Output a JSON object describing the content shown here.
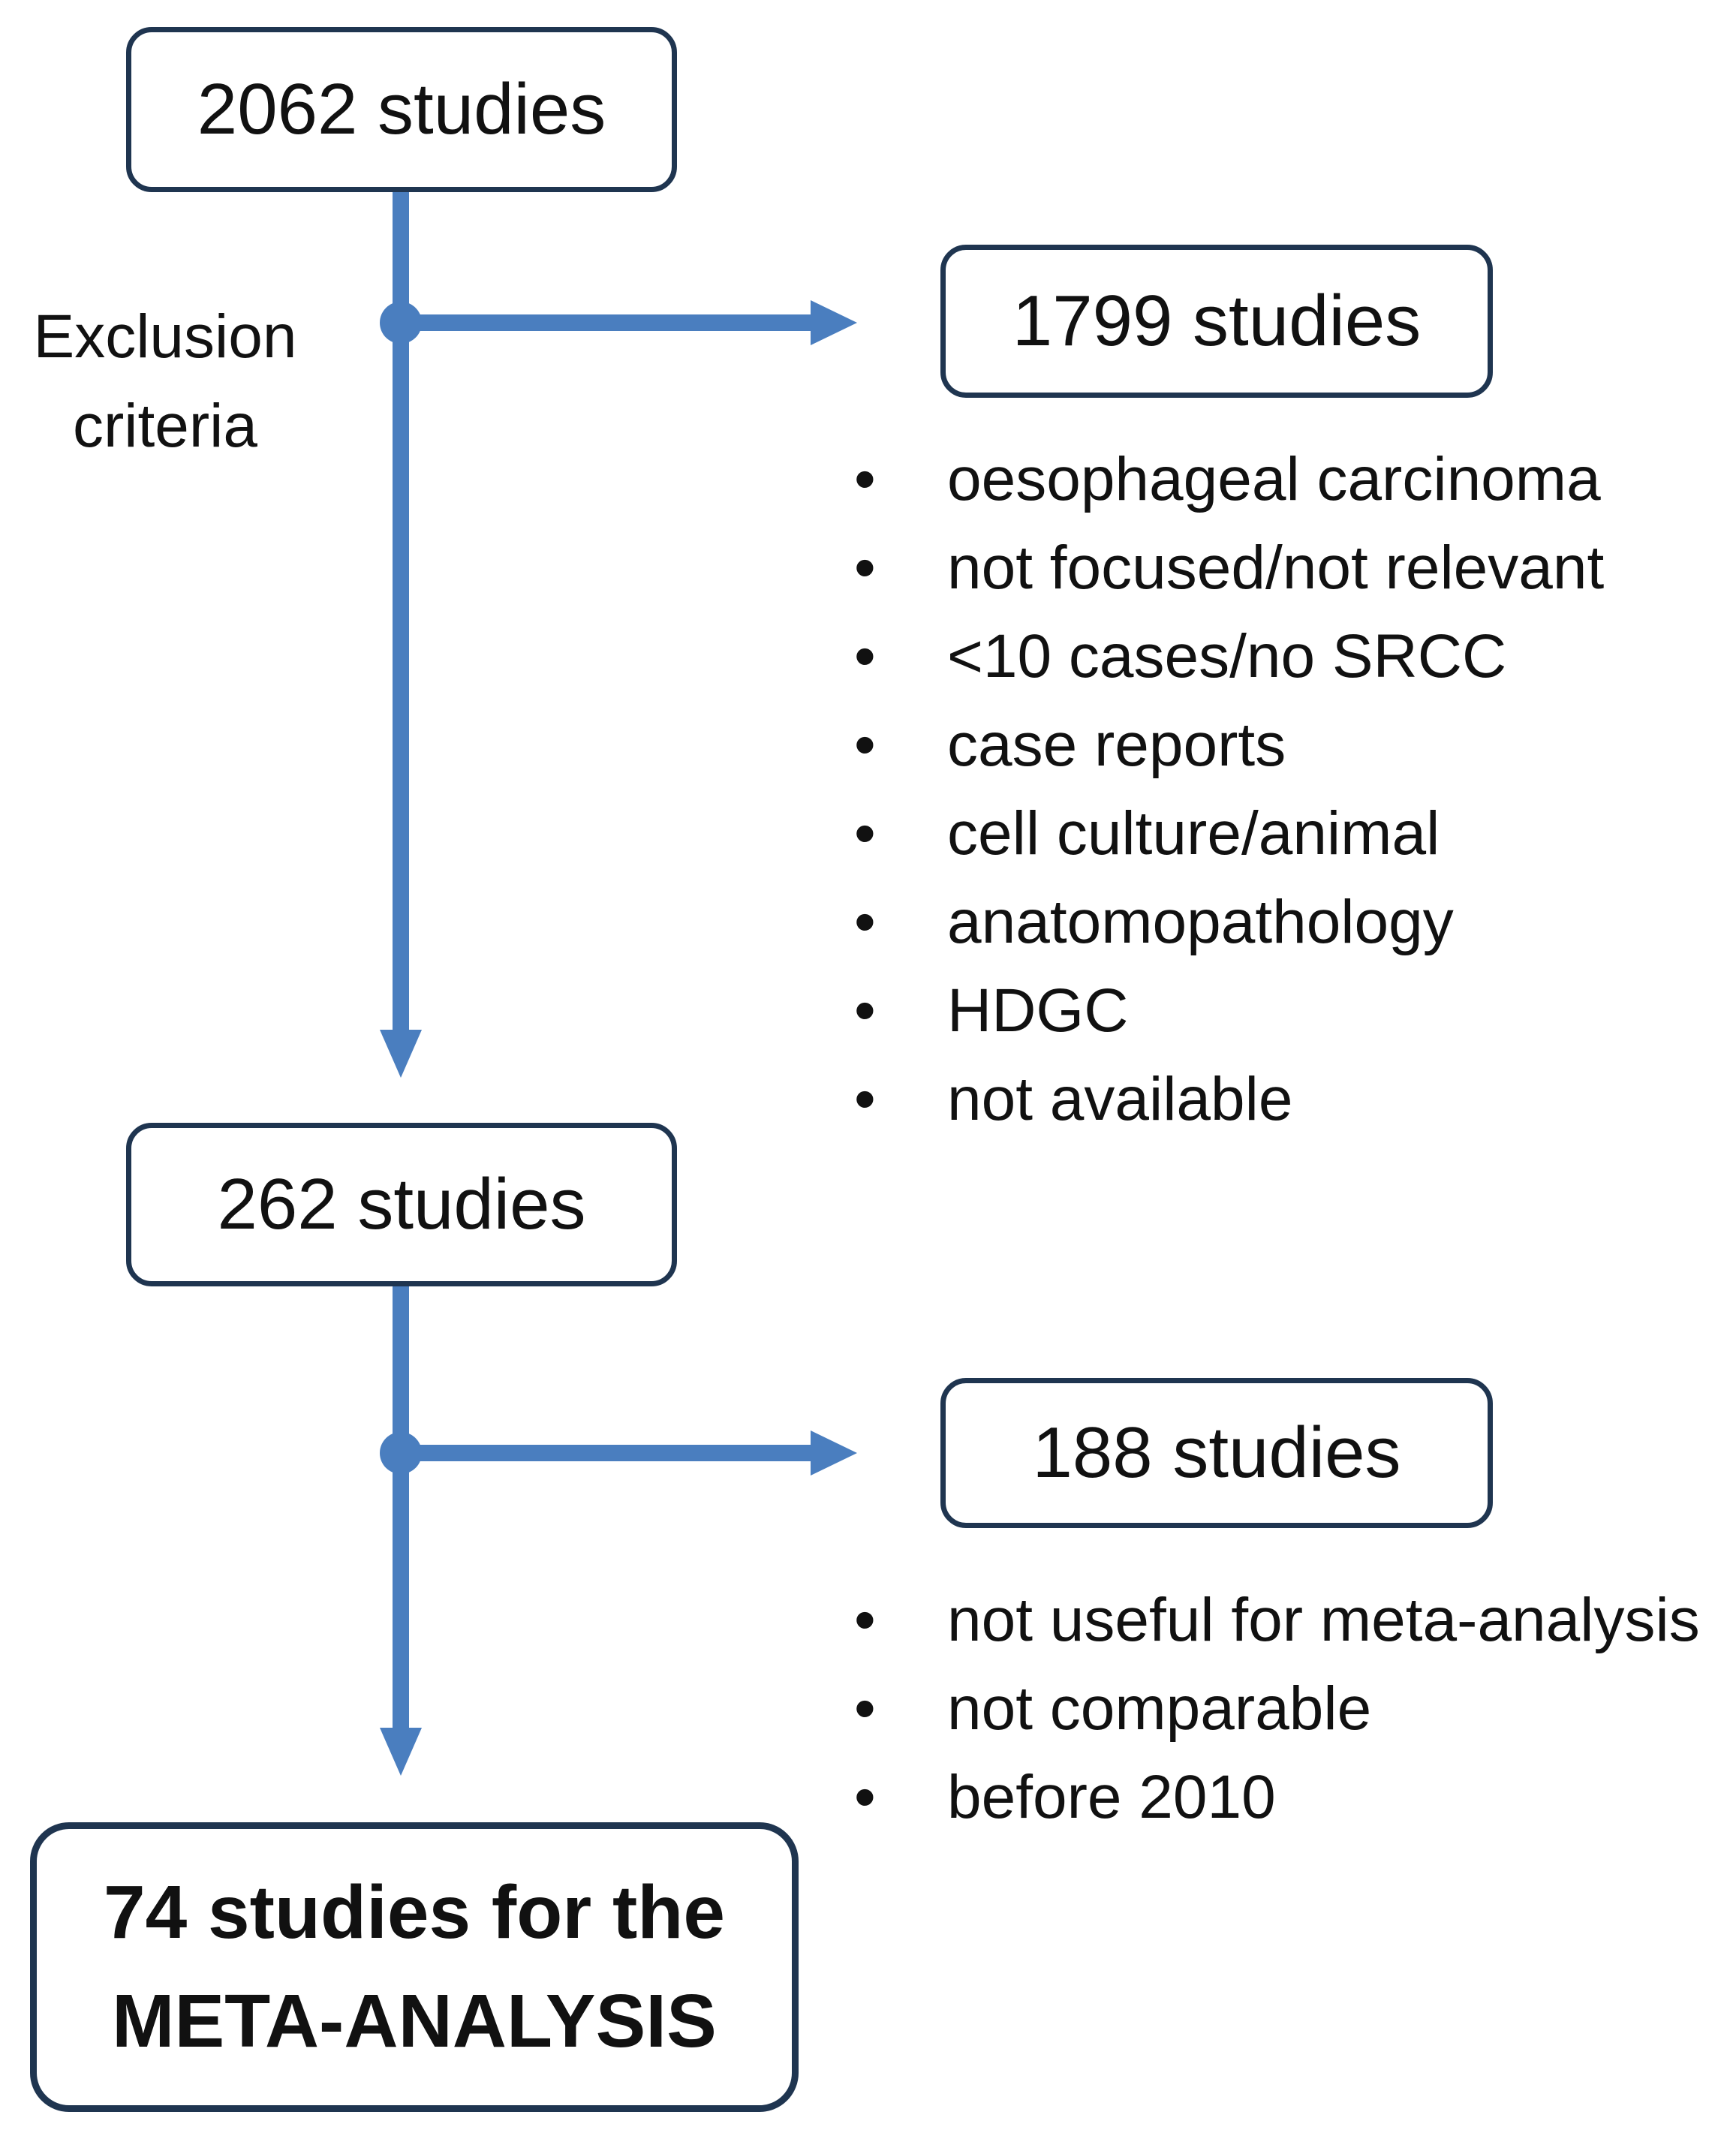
{
  "flow": {
    "start": {
      "label": "2062 studies"
    },
    "exclusion_label": "Exclusion criteria",
    "excluded_1": {
      "label": "1799 studies",
      "reasons": [
        "oesophageal carcinoma",
        "not focused/not relevant",
        "<10 cases/no SRCC",
        "case reports",
        "cell culture/animal",
        "anatomopathology",
        "HDGC",
        "not available"
      ]
    },
    "intermediate": {
      "label": "262 studies"
    },
    "excluded_2": {
      "label": "188 studies",
      "reasons": [
        "not useful for meta-analysis",
        "not comparable",
        "before 2010"
      ]
    },
    "final": {
      "line1": "74 studies for the",
      "line2": "META-ANALYSIS"
    }
  },
  "colors": {
    "connector": "#4a7ebf",
    "box_border": "#1f3550",
    "text": "#111111"
  }
}
